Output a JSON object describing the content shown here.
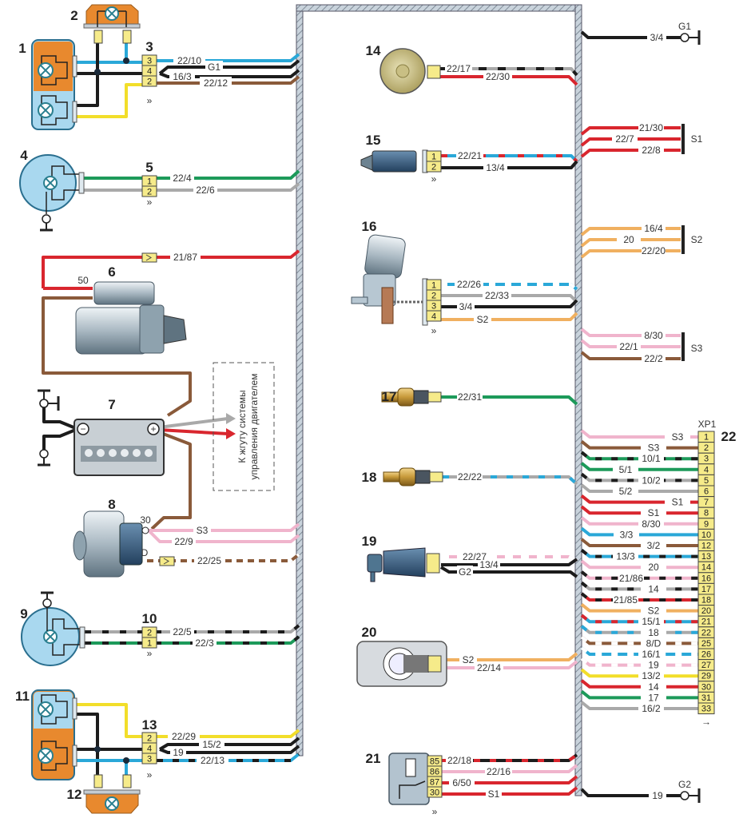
{
  "title": "Wiring diagram — engine compartment harness",
  "colors": {
    "blue": "#2aa8d8",
    "black": "#1c1c1c",
    "brown": "#8a5a3a",
    "green": "#1d9a5a",
    "grey": "#a9a9a9",
    "red": "#d9262e",
    "yellow": "#f2de2a",
    "pink": "#f0b4cc",
    "orange": "#f0b060",
    "harness_fill": "#c9d3dc",
    "connector_fill": "#f6eb8a"
  },
  "components": [
    {
      "id": "1",
      "name": "Headlight unit (left)"
    },
    {
      "id": "2",
      "name": "Side marker lamp (left)"
    },
    {
      "id": "3",
      "name": "Connector"
    },
    {
      "id": "4",
      "name": "Fog lamp (left)"
    },
    {
      "id": "5",
      "name": "Connector"
    },
    {
      "id": "6",
      "name": "Starter",
      "terminal": "50"
    },
    {
      "id": "7",
      "name": "Battery",
      "terminals": [
        "−",
        "+"
      ]
    },
    {
      "id": "8",
      "name": "Alternator",
      "terminals": [
        "30",
        "D"
      ]
    },
    {
      "id": "9",
      "name": "Fog lamp (right)"
    },
    {
      "id": "10",
      "name": "Connector"
    },
    {
      "id": "11",
      "name": "Headlight unit (right)"
    },
    {
      "id": "12",
      "name": "Side marker lamp (right)"
    },
    {
      "id": "13",
      "name": "Connector"
    },
    {
      "id": "14",
      "name": "Horn"
    },
    {
      "id": "15",
      "name": "Sensor"
    },
    {
      "id": "16",
      "name": "Wiper motor"
    },
    {
      "id": "17",
      "name": "Sensor"
    },
    {
      "id": "18",
      "name": "Sensor"
    },
    {
      "id": "19",
      "name": "Washer pump"
    },
    {
      "id": "20",
      "name": "Brake fluid level sensor"
    },
    {
      "id": "21",
      "name": "Relay",
      "pins": [
        "85",
        "86",
        "87",
        "30"
      ]
    },
    {
      "id": "22",
      "name": "Connector XP1",
      "label": "XP1"
    }
  ],
  "note_box": {
    "line1": "К жгуту системы",
    "line2": "управления двигателем"
  },
  "left_wires": {
    "c3": {
      "pins": [
        "3",
        "4",
        "2"
      ],
      "wires": [
        "22/10",
        "G1",
        "16/3",
        "22/12"
      ]
    },
    "c5": {
      "pins": [
        "1",
        "2"
      ],
      "wires": [
        "22/4",
        "22/6"
      ]
    },
    "starter_wire": "21/87",
    "starter_terminal": "50",
    "alt_terminal_30": "30",
    "alt_terminal_d": "D",
    "alt_wires": [
      "S3",
      "22/9",
      "22/25"
    ],
    "c10": {
      "pins": [
        "2",
        "1"
      ],
      "wires": [
        "22/5",
        "22/3"
      ]
    },
    "c13": {
      "pins": [
        "2",
        "4",
        "3"
      ],
      "wires": [
        "22/29",
        "15/2",
        "19",
        "22/13"
      ]
    }
  },
  "right_wires": {
    "ground_g1": {
      "wire": "3/4",
      "label": "G1"
    },
    "horn": [
      "22/17",
      "22/30"
    ],
    "sensor15": {
      "pins": [
        "1",
        "2"
      ],
      "wires": [
        "22/21",
        "13/4"
      ]
    },
    "splice_s1": {
      "label": "S1",
      "wires": [
        "21/30",
        "22/7",
        "22/8"
      ]
    },
    "splice_s2": {
      "label": "S2",
      "wires": [
        "16/4",
        "20",
        "22/20"
      ]
    },
    "splice_s3": {
      "label": "S3",
      "wires": [
        "8/30",
        "22/1",
        "22/2"
      ]
    },
    "wiper": {
      "pins": [
        "1",
        "2",
        "3",
        "4"
      ],
      "wires": [
        "22/26",
        "22/33",
        "3/4",
        "S2"
      ]
    },
    "sensor17": "22/31",
    "sensor18": "22/22",
    "pump19": [
      "22/27",
      "13/4",
      "G2"
    ],
    "brake20": [
      "S2",
      "22/14"
    ],
    "relay21": [
      "22/18",
      "22/16",
      "6/50",
      "S1"
    ],
    "ground_g2": {
      "wire": "19",
      "label": "G2"
    }
  },
  "xp1": {
    "label": "XP1",
    "id": "22",
    "rows": [
      {
        "pin": "1",
        "wire": "S3"
      },
      {
        "pin": "2",
        "wire": "S3"
      },
      {
        "pin": "3",
        "wire": "10/1"
      },
      {
        "pin": "4",
        "wire": "5/1"
      },
      {
        "pin": "5",
        "wire": "10/2"
      },
      {
        "pin": "6",
        "wire": "5/2"
      },
      {
        "pin": "7",
        "wire": "S1"
      },
      {
        "pin": "8",
        "wire": "S1"
      },
      {
        "pin": "9",
        "wire": "8/30"
      },
      {
        "pin": "10",
        "wire": "3/3"
      },
      {
        "pin": "12",
        "wire": "3/2"
      },
      {
        "pin": "13",
        "wire": "13/3"
      },
      {
        "pin": "14",
        "wire": "20"
      },
      {
        "pin": "16",
        "wire": "21/86"
      },
      {
        "pin": "17",
        "wire": "14"
      },
      {
        "pin": "18",
        "wire": "21/85"
      },
      {
        "pin": "20",
        "wire": "S2"
      },
      {
        "pin": "21",
        "wire": "15/1"
      },
      {
        "pin": "22",
        "wire": "18"
      },
      {
        "pin": "25",
        "wire": "8/D"
      },
      {
        "pin": "26",
        "wire": "16/1"
      },
      {
        "pin": "27",
        "wire": "19"
      },
      {
        "pin": "29",
        "wire": "13/2"
      },
      {
        "pin": "30",
        "wire": "14"
      },
      {
        "pin": "31",
        "wire": "17"
      },
      {
        "pin": "33",
        "wire": "16/2"
      }
    ],
    "arrow": "→"
  }
}
